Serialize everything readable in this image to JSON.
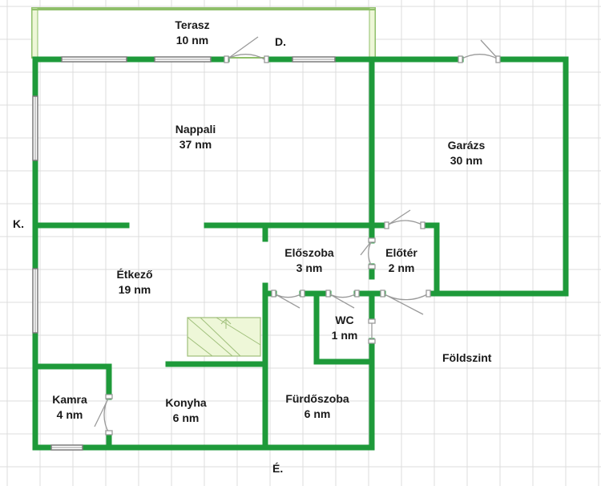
{
  "colors": {
    "wall": "#1e9a3a",
    "grid": "#dcdcdc",
    "window_frame": "#7a7a7a",
    "terrace_fill": "#ffffff",
    "terrace_border": "#8fbf6a",
    "stairs_fill": "#eef7d8"
  },
  "rooms": {
    "terasz": {
      "name": "Terasz",
      "area": "10 nm"
    },
    "nappali": {
      "name": "Nappali",
      "area": "37 nm"
    },
    "garazs": {
      "name": "Garázs",
      "area": "30 nm"
    },
    "eloszoba": {
      "name": "Előszoba",
      "area": "3 nm"
    },
    "eloter": {
      "name": "Előtér",
      "area": "2 nm"
    },
    "etkezo": {
      "name": "Étkező",
      "area": "19 nm"
    },
    "wc": {
      "name": "WC",
      "area": "1 nm"
    },
    "kamra": {
      "name": "Kamra",
      "area": "4 nm"
    },
    "konyha": {
      "name": "Konyha",
      "area": "6 nm"
    },
    "furdoszoba": {
      "name": "Fürdőszoba",
      "area": "6 nm"
    }
  },
  "compass": {
    "east": "D.",
    "west": "K.",
    "south": "É."
  },
  "floor_label": "Földszint"
}
